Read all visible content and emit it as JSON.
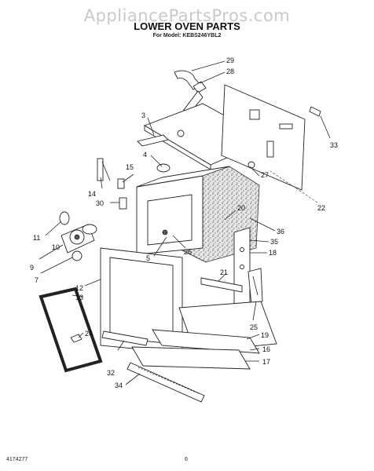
{
  "watermark": "AppliancePartsPros.com",
  "title": "LOWER OVEN PARTS",
  "subtitle": "For Model: KEBS246YBL2",
  "footer": {
    "doc_number": "4174277",
    "page_number": "6"
  },
  "callouts": {
    "c29": "29",
    "c28": "28",
    "c3": "3",
    "c33": "33",
    "c4": "4",
    "c15": "15",
    "c14": "14",
    "c30": "30",
    "c27": "27",
    "c22": "22",
    "c20": "20",
    "c36": "36",
    "c35": "35",
    "c18": "18",
    "c11": "11",
    "c9": "9",
    "c7": "7",
    "c5": "5",
    "c26": "26",
    "c12": "12",
    "c13": "13",
    "c21": "21",
    "c25": "25",
    "c24": "24",
    "c19": "19",
    "c16": "16",
    "c17": "17",
    "c32": "32",
    "c34": "34",
    "c10": "10"
  }
}
